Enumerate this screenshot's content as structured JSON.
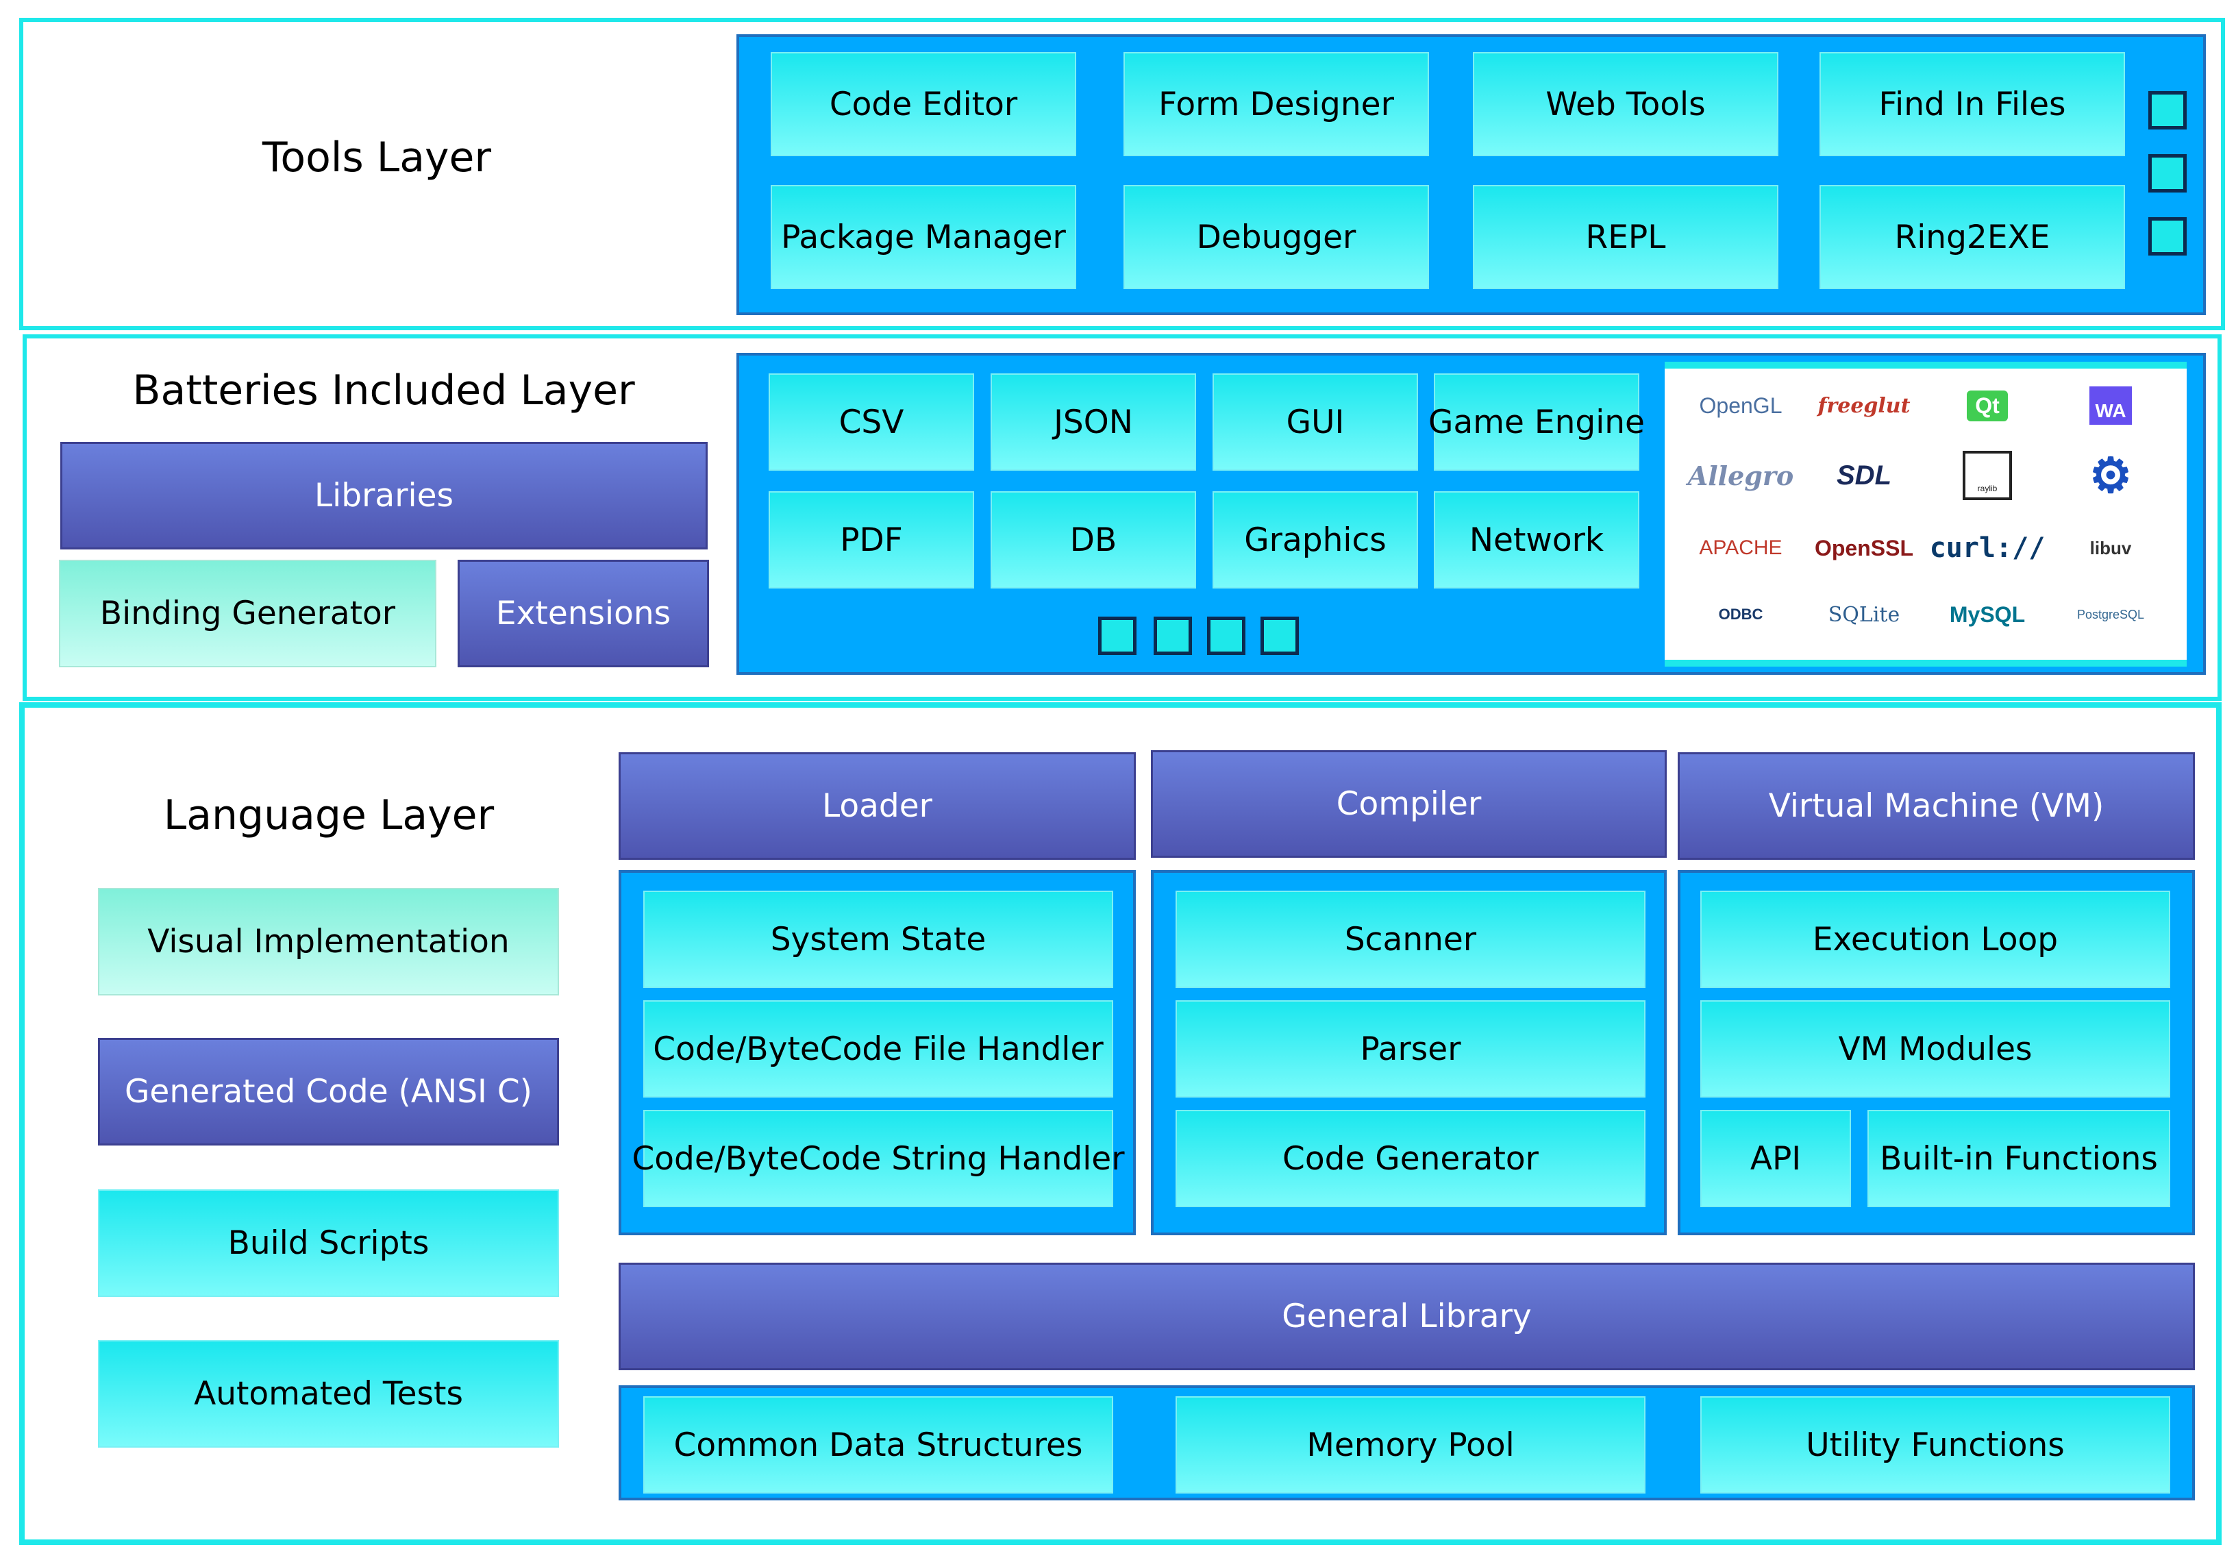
{
  "tools_layer": {
    "title": "Tools Layer",
    "items": [
      "Code Editor",
      "Form Designer",
      "Web Tools",
      "Find In Files",
      "Package Manager",
      "Debugger",
      "REPL",
      "Ring2EXE"
    ]
  },
  "batteries_layer": {
    "title": "Batteries Included Layer",
    "libraries": "Libraries",
    "binding_generator": "Binding Generator",
    "extensions": "Extensions",
    "items": [
      "CSV",
      "JSON",
      "GUI",
      "Game Engine",
      "PDF",
      "DB",
      "Graphics",
      "Network"
    ],
    "logos": [
      "OpenGL",
      "freeglut",
      "Qt",
      "WA",
      "Allegro",
      "SDL",
      "raylib",
      "gear",
      "APACHE",
      "OpenSSL",
      "curl://",
      "libuv",
      "ODBC",
      "SQLite",
      "MySQL",
      "PostgreSQL"
    ]
  },
  "language_layer": {
    "title": "Language Layer",
    "visual_implementation": "Visual Implementation",
    "generated_code": "Generated Code (ANSI C)",
    "build_scripts": "Build Scripts",
    "automated_tests": "Automated Tests",
    "loader": {
      "title": "Loader",
      "items": [
        "System State",
        "Code/ByteCode File Handler",
        "Code/ByteCode String Handler"
      ]
    },
    "compiler": {
      "title": "Compiler",
      "items": [
        "Scanner",
        "Parser",
        "Code Generator"
      ]
    },
    "vm": {
      "title": "Virtual Machine (VM)",
      "items": [
        "Execution Loop",
        "VM Modules",
        "API",
        "Built-in Functions"
      ]
    },
    "general_library": {
      "title": "General Library",
      "items": [
        "Common Data Structures",
        "Memory Pool",
        "Utility Functions"
      ]
    }
  },
  "colors": {
    "frame": "#1ee8ea",
    "panel": "#00a8ff",
    "purple": "#5b66c4",
    "cyan": "#4ff3f5",
    "mint": "#a8f8e8"
  }
}
